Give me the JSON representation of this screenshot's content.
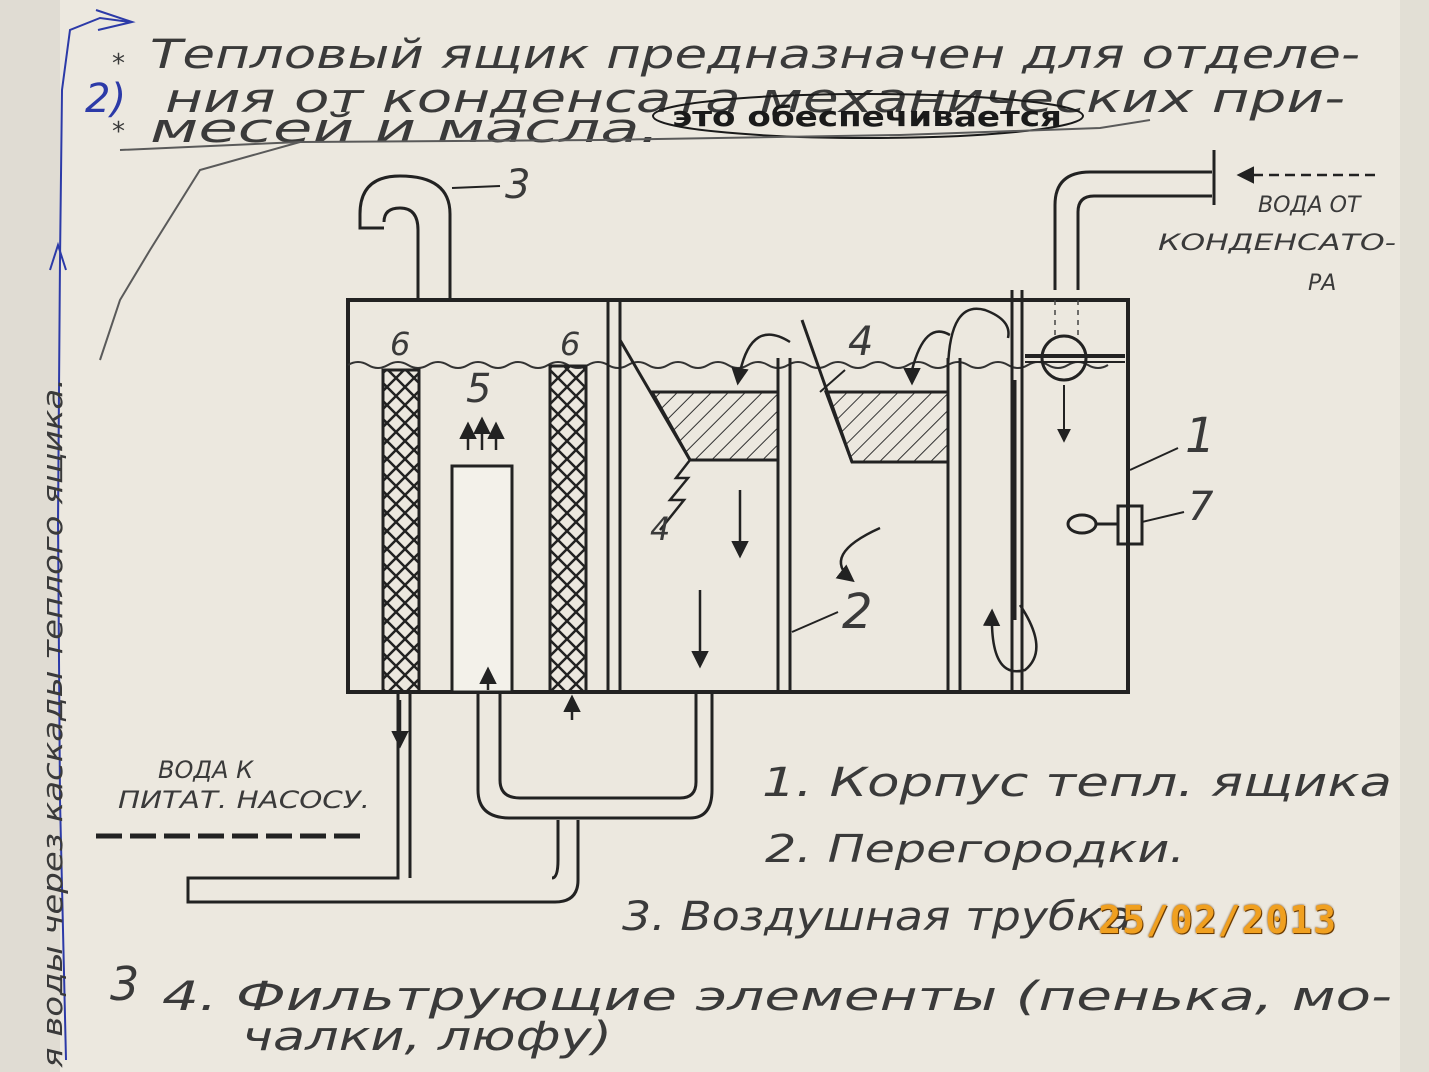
{
  "header": {
    "star1": "*",
    "star2": "*",
    "line1": "Тепловый ящик предназначен для отделе-",
    "line2": "ния от конденсата механических при-",
    "line3": "месей и масла.",
    "insert": "это обеспечивается",
    "blue_mark": "2)"
  },
  "side_note": "я воды через каскады теплого ящика.",
  "component_numbers": {
    "n1": "1",
    "n2": "2",
    "n3": "3",
    "n4": "4",
    "n5": "5",
    "n6a": "6",
    "n6b": "6",
    "n7": "7",
    "n4b": "4"
  },
  "flows": {
    "inlet_line1": "ВОДА ОТ",
    "inlet_line2": "КОНДЕНСАТО-",
    "inlet_line3": "РА",
    "outlet_line1": "ВОДА К",
    "outlet_line2": "ПИТАТ. НАСОСУ."
  },
  "legend": {
    "item1": "1. Корпус тепл. ящика",
    "item2": "2. Перегородки.",
    "item3": "3. Воздушная трубка",
    "item4_line1": "4. Фильтрующие элементы (пенька, мо-",
    "item4_line2": "чалки, люфу)",
    "margin_mark": "3"
  },
  "date_stamp": "25/02/2013",
  "colors": {
    "ink": "#2a2a2a",
    "pen_blue": "#2c3aa8",
    "paper": "#ece8df",
    "stamp": "#f0a020"
  }
}
